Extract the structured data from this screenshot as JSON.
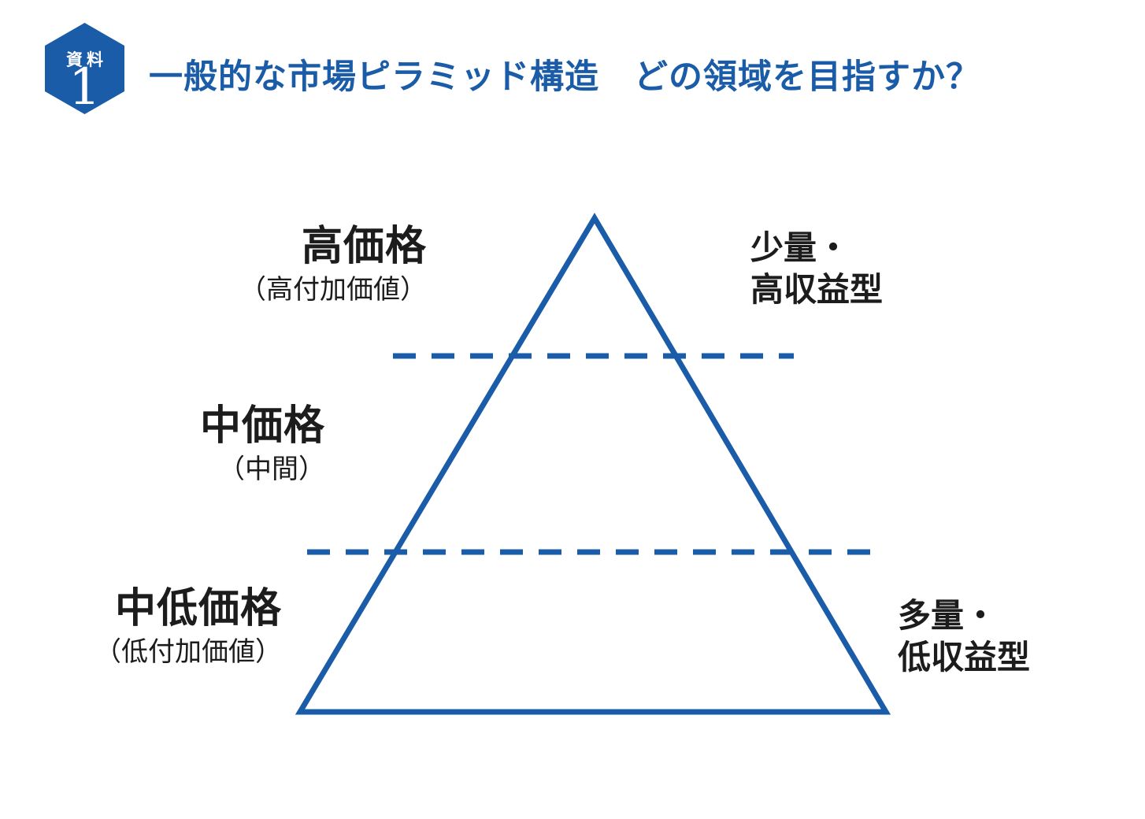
{
  "badge": {
    "label": "資料",
    "number": "1"
  },
  "title": "一般的な市場ピラミッド構造　どの領域を目指すか？",
  "pyramid": {
    "tiers": [
      {
        "name": "高価格",
        "qualifier": "（高付加価値）"
      },
      {
        "name": "中価格",
        "qualifier": "（中間）"
      },
      {
        "name": "中低価格",
        "qualifier": "（低付加価値）"
      }
    ],
    "annotations": {
      "top": {
        "line1": "少量・",
        "line2": "高収益型"
      },
      "bottom": {
        "line1": "多量・",
        "line2": "低収益型"
      }
    }
  },
  "colors": {
    "accent_blue": "#1b5ca8",
    "text_black": "#1c1c1c",
    "background": "#ffffff"
  }
}
